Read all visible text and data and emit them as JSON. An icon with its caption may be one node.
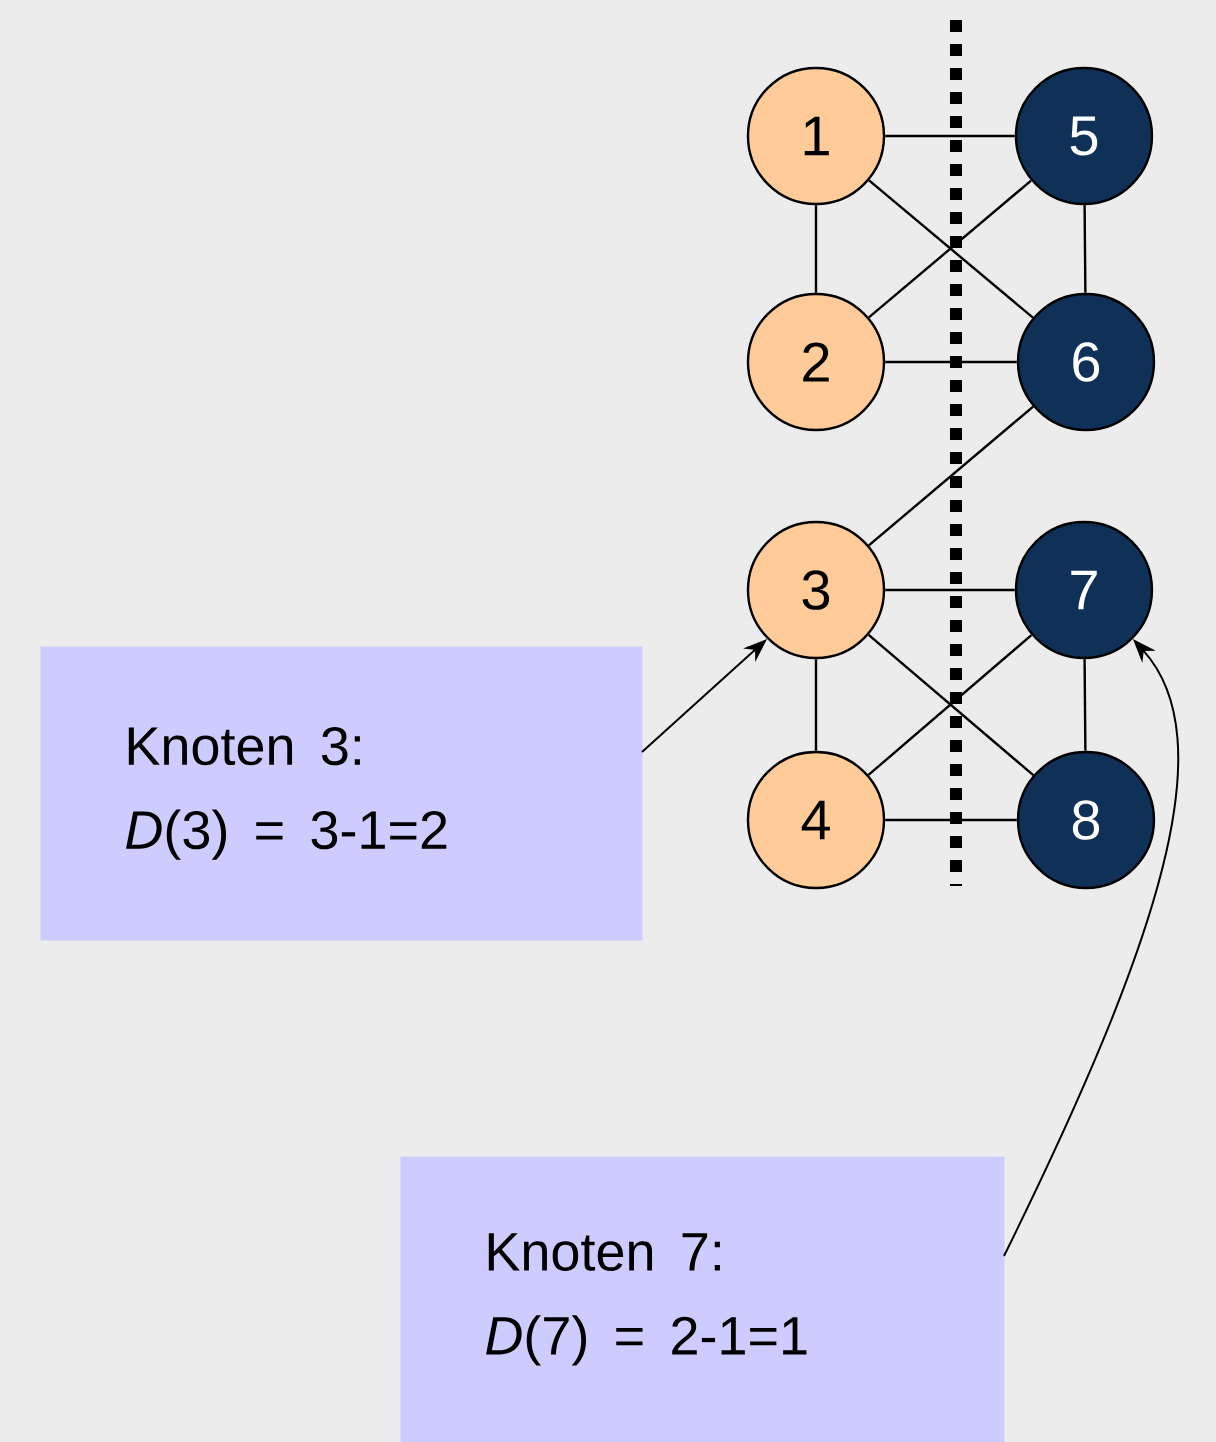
{
  "diagram": {
    "nodes": [
      {
        "text": [
          "1"
        ]
      },
      {
        "text": [
          "2"
        ]
      },
      {
        "text": [
          "3"
        ]
      },
      {
        "text": [
          "4"
        ]
      },
      {
        "text": [
          "5"
        ]
      },
      {
        "text": [
          "6"
        ]
      },
      {
        "text": [
          "7"
        ]
      },
      {
        "text": [
          "8"
        ]
      },
      {
        "text": [
          "Knoten 3:",
          "*D*(3) = 3-1=2"
        ]
      },
      {
        "text": [
          "Knoten 7:",
          "*D*(7) = 2-1=1"
        ]
      }
    ],
    "edges": [
      {
        "from": 0,
        "to": 4,
        "arrow": "none"
      },
      {
        "from": 0,
        "to": 1,
        "arrow": "none"
      },
      {
        "from": 0,
        "to": 5,
        "arrow": "none"
      },
      {
        "from": 1,
        "to": 4,
        "arrow": "none"
      },
      {
        "from": 1,
        "to": 5,
        "arrow": "none"
      },
      {
        "from": 4,
        "to": 5,
        "arrow": "none"
      },
      {
        "from": 5,
        "to": 2,
        "arrow": "none"
      },
      {
        "from": 2,
        "to": 6,
        "arrow": "none"
      },
      {
        "from": 2,
        "to": 3,
        "arrow": "none"
      },
      {
        "from": 2,
        "to": 7,
        "arrow": "none"
      },
      {
        "from": 3,
        "to": 6,
        "arrow": "none"
      },
      {
        "from": 3,
        "to": 7,
        "arrow": "none"
      },
      {
        "from": 6,
        "to": 7,
        "arrow": "none"
      },
      {
        "from": 8,
        "to": 2,
        "arrow": "to"
      },
      {
        "from": 9,
        "to": 6,
        "arrow": "to"
      }
    ]
  }
}
